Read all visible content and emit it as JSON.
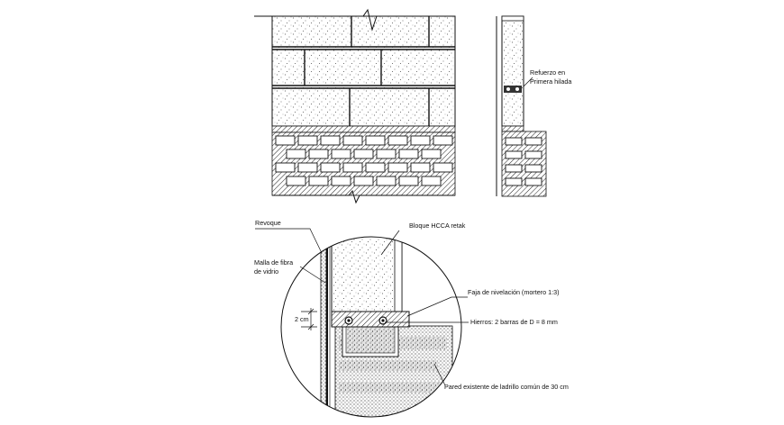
{
  "labels": {
    "refuerzo_line1": "Refuerzo en",
    "refuerzo_line2": "Primera hilada",
    "revoque": "Revoque",
    "malla_line1": "Malla de fibra",
    "malla_line2": "de vidrio",
    "bloque": "Bloque HCCA retak",
    "faja": "Faja de nivelación (mortero 1:3)",
    "dimension": "2 cm",
    "hierros": "Hierros: 2 barras de D = 8 mm",
    "pared": "Pared existente de ladrillo común de 30 cm"
  },
  "colors": {
    "line": "#111111",
    "stipple": "#555555",
    "mortar": "#dddddd"
  }
}
